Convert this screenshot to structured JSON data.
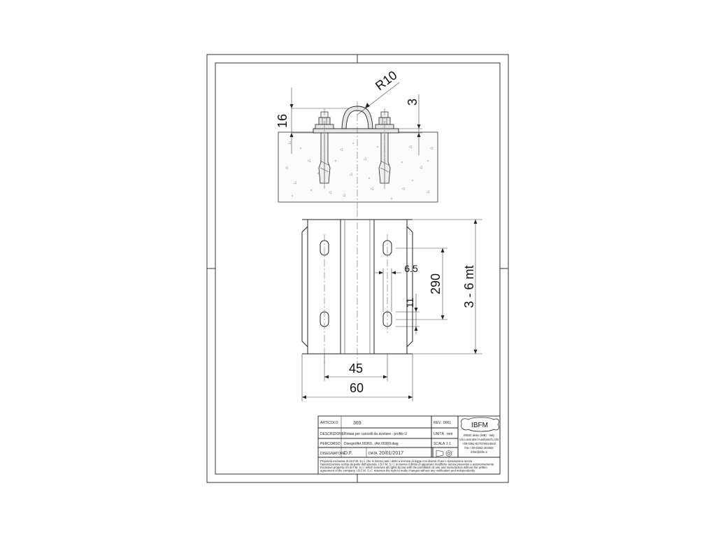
{
  "dimensions": {
    "radius": "R10",
    "bolt_height": "16",
    "plate_thickness": "3",
    "slot_width": "6.5",
    "slot_pitch": "290",
    "slot_length": "11",
    "length": "3 - 6 mt",
    "inner_width": "45",
    "outer_width": "60"
  },
  "title_block": {
    "articolo_label": "ARTICOLO",
    "articolo_value": "369",
    "rev_label": "REV.",
    "rev_value": "0001",
    "descrizione_label": "DESCRIZIONE",
    "descrizione_value": "Rotaia per cancelli da avvitare - profilo U",
    "unita_label": "UNITÀ",
    "unita_value": "mm",
    "percorso_label": "PERCORSO",
    "percorso_value": "Disegni/Art.00369.../Art.00369.dwg",
    "scala_label": "SCALA",
    "scala_value": "1:1",
    "disegnatore_label": "DISEGNATORE",
    "disegnatore_value": "D.F.",
    "data_label": "DATA",
    "data_value": "20/01/2017",
    "logo": "IBFM",
    "address_1": "20832 desio (MB) - Italy",
    "address_2": "Via Lavoratori Autobianchi,1/B",
    "address_3": "+39-0362-627078/624502",
    "address_4": "Fax +39-0362-302692",
    "address_5": "ibfm@ibfm.it",
    "notice_1": "Proprietà esclusiva di I.B.F.M. S.r.l. che si riserva tutti i diritti a termine di legge con divieto d'uso e riproduzione senza",
    "notice_2": "l'autorizzazione scritta da parte dell'azienda. I.B.F.M. S.r.l. si riserva il diritto di apportare modifiche senza preavviso e autonomamente.",
    "notice_3": "Exclusive property of I.B.F.M. S.r.l. which reserves all rights by law with the prohibition of use and reproduction without the written",
    "notice_4": "agreement of the company. I.B.F.M. S.r.l. reserves the right to make changes without any notification and independently."
  }
}
